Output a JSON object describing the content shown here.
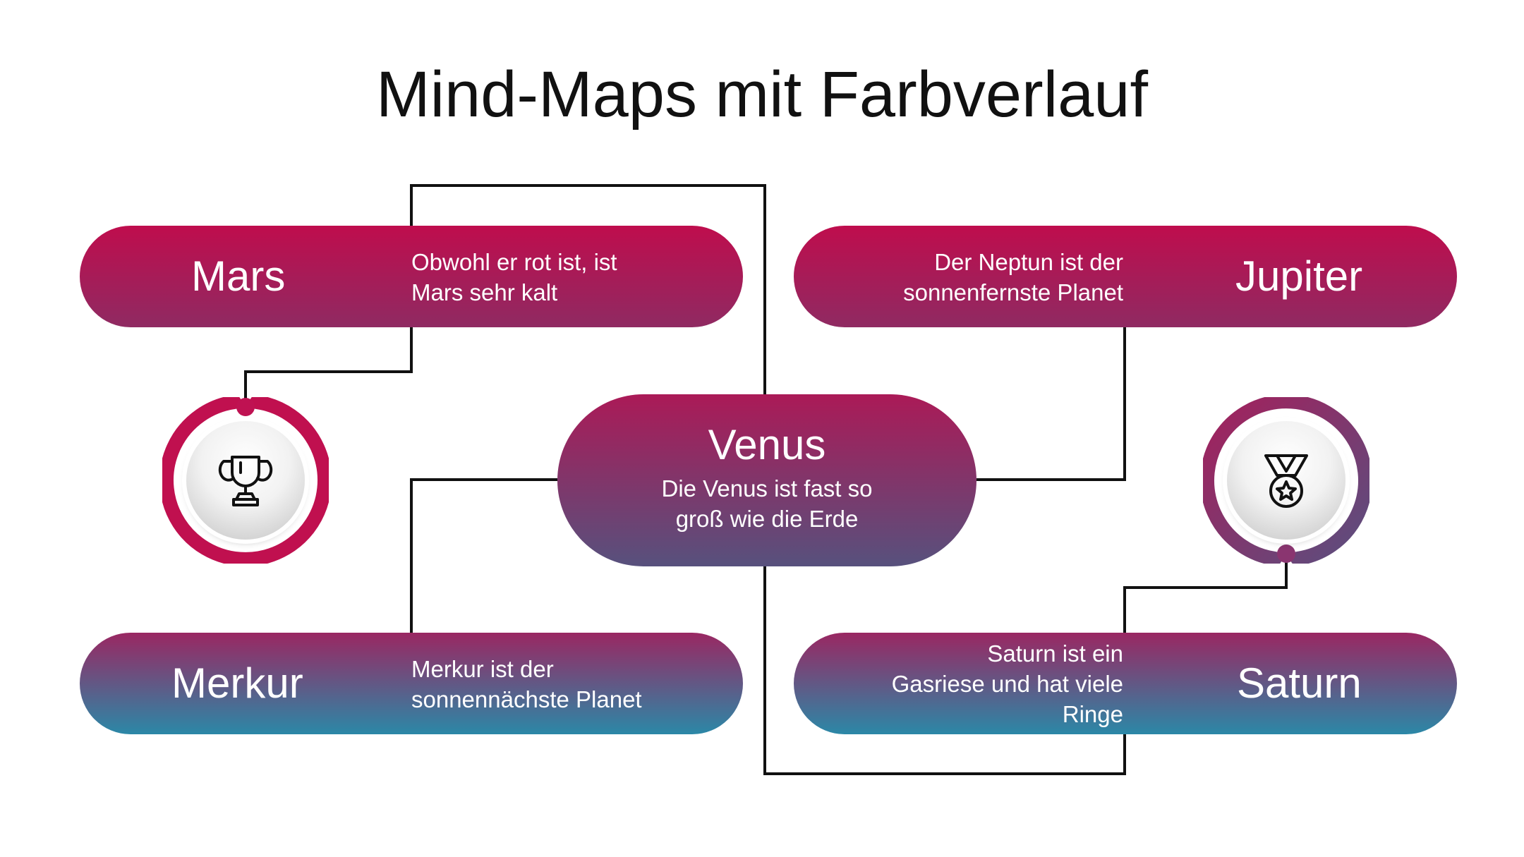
{
  "title": "Mind-Maps mit Farbverlauf",
  "nodes": {
    "mars": {
      "name": "Mars",
      "desc_lines": [
        "Obwohl er rot ist, ist",
        "Mars sehr kalt"
      ]
    },
    "jupiter": {
      "name": "Jupiter",
      "desc_lines": [
        "Der Neptun ist der",
        "sonnenfernste Planet"
      ]
    },
    "venus": {
      "name": "Venus",
      "desc_lines": [
        "Die Venus ist fast so",
        "groß wie die Erde"
      ]
    },
    "merkur": {
      "name": "Merkur",
      "desc_lines": [
        "Merkur ist der",
        "sonnennächste Planet"
      ]
    },
    "saturn": {
      "name": "Saturn",
      "desc_lines": [
        "Saturn ist ein",
        "Gasriese und hat viele",
        "Ringe"
      ]
    }
  },
  "icons": {
    "left_badge": "trophy-icon",
    "right_badge": "medal-icon"
  },
  "colors": {
    "magenta": "#bf0d4d",
    "plum": "#8f2a62",
    "purple_gray": "#57517d",
    "teal": "#2b88a7",
    "line": "#111111"
  }
}
